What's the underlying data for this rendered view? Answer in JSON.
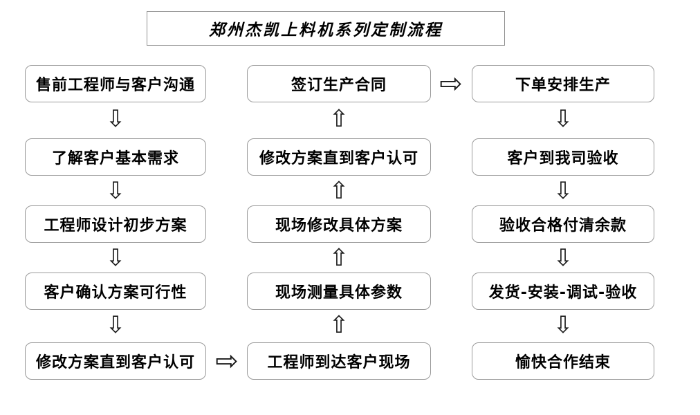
{
  "title": "郑州杰凯上料机系列定制流程",
  "flow": {
    "left_column": {
      "direction": "top-to-bottom",
      "steps": [
        "售前工程师与客户沟通",
        "了解客户基本需求",
        "工程师设计初步方案",
        "客户确认方案可行性",
        "修改方案直到客户认可"
      ]
    },
    "middle_column": {
      "direction": "bottom-to-top",
      "steps": [
        "签订生产合同",
        "修改方案直到客户认可",
        "现场修改具体方案",
        "现场测量具体参数",
        "工程师到达客户现场"
      ]
    },
    "right_column": {
      "direction": "top-to-bottom",
      "steps": [
        "下单安排生产",
        "客户到我司验收",
        "验收合格付清余款",
        "发货-安装-调试-验收",
        "愉快合作结束"
      ]
    }
  },
  "glyphs": {
    "down_arrow": "⇩",
    "up_arrow": "⇧",
    "right_arrow": "⇨"
  },
  "colors": {
    "border": "#9a9a9a",
    "text": "#000000",
    "background": "#ffffff"
  }
}
